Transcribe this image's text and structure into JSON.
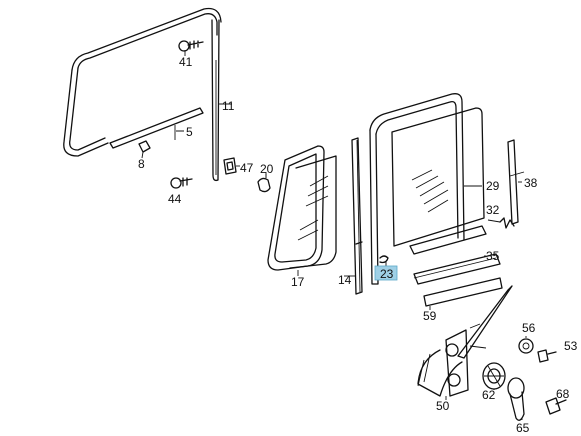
{
  "callouts": [
    {
      "id": "p41",
      "text": "41"
    },
    {
      "id": "p11",
      "text": "11"
    },
    {
      "id": "p5",
      "text": "5"
    },
    {
      "id": "p8",
      "text": "8"
    },
    {
      "id": "p47",
      "text": "47"
    },
    {
      "id": "p44",
      "text": "44"
    },
    {
      "id": "p20",
      "text": "20"
    },
    {
      "id": "p17",
      "text": "17"
    },
    {
      "id": "p14",
      "text": "14"
    },
    {
      "id": "p23",
      "text": "23",
      "highlighted": true
    },
    {
      "id": "p29",
      "text": "29"
    },
    {
      "id": "p38",
      "text": "38"
    },
    {
      "id": "p32",
      "text": "32"
    },
    {
      "id": "p35",
      "text": "35"
    },
    {
      "id": "p59",
      "text": "59"
    },
    {
      "id": "p56",
      "text": "56"
    },
    {
      "id": "p53",
      "text": "53"
    },
    {
      "id": "p50",
      "text": "50"
    },
    {
      "id": "p62",
      "text": "62"
    },
    {
      "id": "p68",
      "text": "68"
    },
    {
      "id": "p65",
      "text": "65"
    }
  ],
  "colors": {
    "line": "#111111",
    "highlight": "#9fd0e6"
  }
}
